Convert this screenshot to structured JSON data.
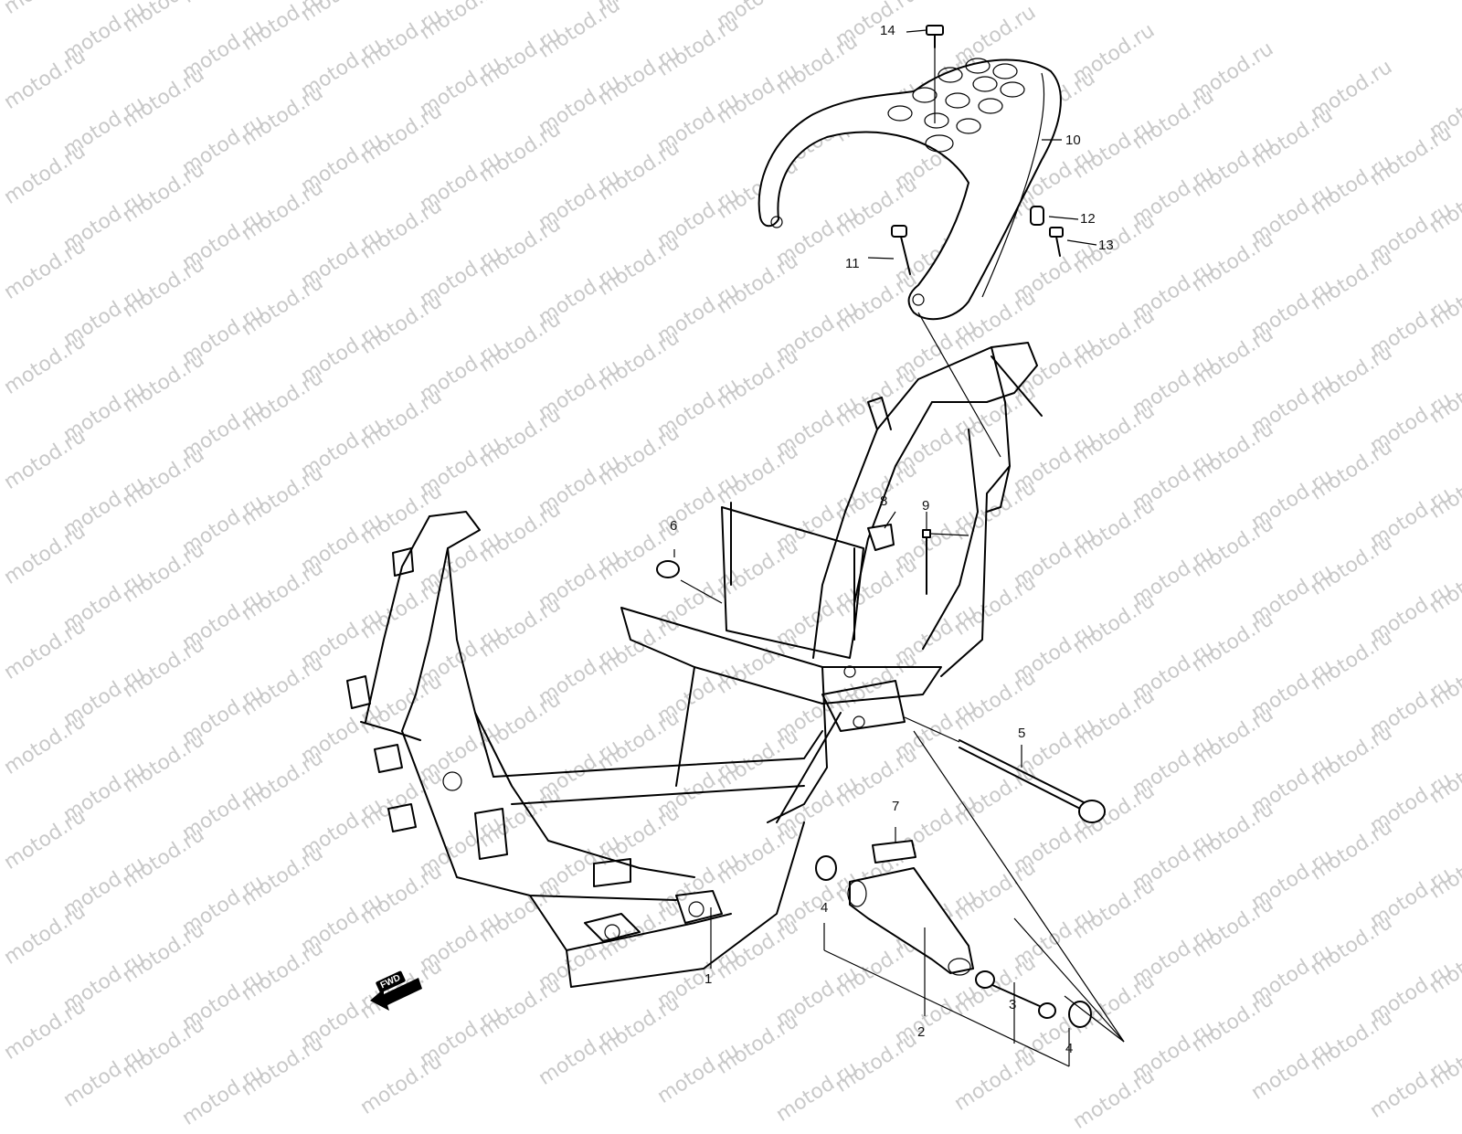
{
  "watermark": {
    "text": "motod.ru",
    "color": "#c9c9c9"
  },
  "fwd_badge": {
    "text": "FWD"
  },
  "callouts": [
    {
      "id": "1",
      "text": "1"
    },
    {
      "id": "2",
      "text": "2"
    },
    {
      "id": "3",
      "text": "3"
    },
    {
      "id": "4a",
      "text": "4"
    },
    {
      "id": "4b",
      "text": "4"
    },
    {
      "id": "5",
      "text": "5"
    },
    {
      "id": "6",
      "text": "6"
    },
    {
      "id": "7",
      "text": "7"
    },
    {
      "id": "8",
      "text": "8"
    },
    {
      "id": "9",
      "text": "9"
    },
    {
      "id": "10",
      "text": "10"
    },
    {
      "id": "11",
      "text": "11"
    },
    {
      "id": "12",
      "text": "12"
    },
    {
      "id": "13",
      "text": "13"
    },
    {
      "id": "14",
      "text": "14"
    }
  ]
}
